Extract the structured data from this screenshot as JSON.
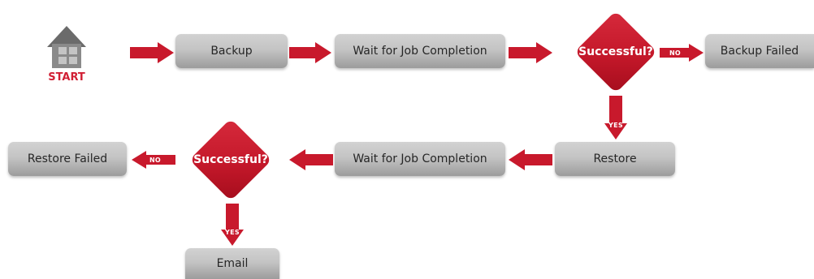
{
  "start": {
    "label": "START",
    "icon": "house-icon"
  },
  "nodes": {
    "backup": "Backup",
    "wait_1": "Wait for Job Completion",
    "decision_1": "Successful?",
    "backup_failed": "Backup Failed",
    "restore": "Restore",
    "wait_2": "Wait for Job Completion",
    "decision_2": "Successful?",
    "restore_failed": "Restore Failed",
    "email": "Email"
  },
  "tags": {
    "no_1": "NO",
    "yes_1": "YES",
    "no_2": "NO",
    "yes_2": "YES"
  },
  "colors": {
    "accent": "#c8192c",
    "node_fill": "#c4c4c4",
    "text": "#262626"
  }
}
